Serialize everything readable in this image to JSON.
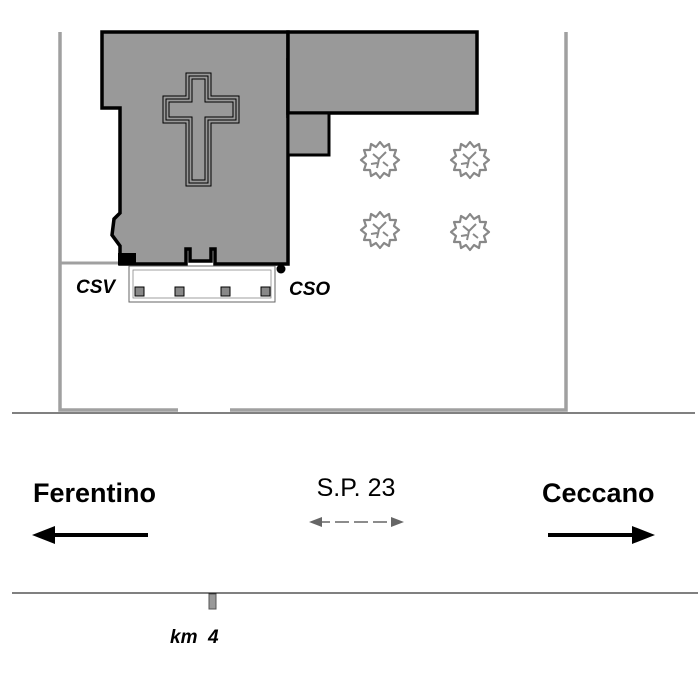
{
  "map": {
    "corner_labels": {
      "west": "CSV",
      "east": "CSO"
    },
    "road": {
      "name": "S.P. 23",
      "west_destination": "Ferentino",
      "east_destination": "Ceccano",
      "milestone": "km  4"
    },
    "colors": {
      "building_fill": "#999999",
      "building_outline": "#000000",
      "wall": "#a0a0a0",
      "tree": "#888888",
      "road_line": "#000000"
    },
    "icons": {
      "church_symbol": "latin-cross-icon",
      "trees": "tree-icon"
    }
  }
}
